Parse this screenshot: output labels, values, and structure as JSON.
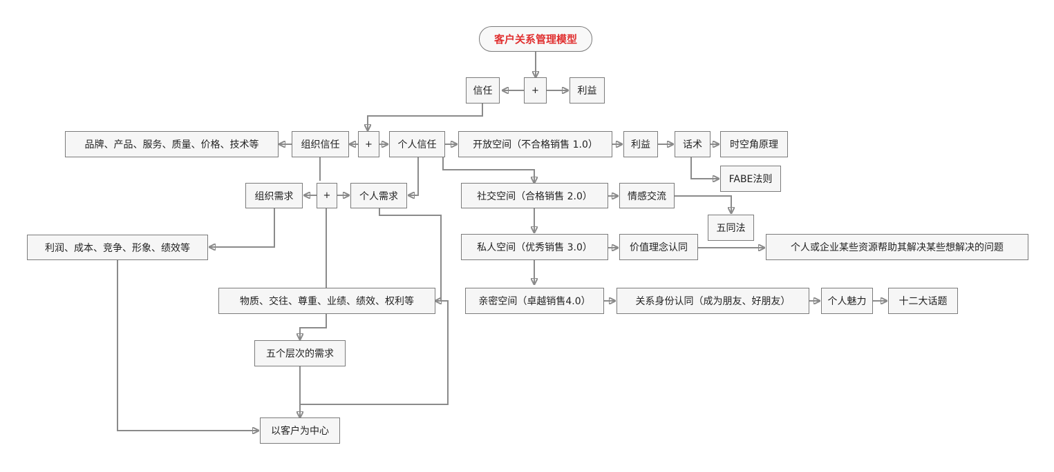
{
  "diagram": {
    "title": "客户关系管理模型",
    "plus": "+",
    "nodes": {
      "trust": "信任",
      "benefit_top": "利益",
      "brand_list": "品牌、产品、服务、质量、价格、技术等",
      "org_trust": "组织信任",
      "personal_trust": "个人信任",
      "open_space": "开放空间（不合格销售 1.0）",
      "benefit_mid": "利益",
      "speech": "话术",
      "spacetime": "时空角原理",
      "fabe": "FABE法则",
      "org_needs": "组织需求",
      "personal_needs": "个人需求",
      "social_space": "社交空间（合格销售 2.0）",
      "emotion": "情感交流",
      "five_same": "五同法",
      "profit_list": "利润、成本、竞争、形象、绩效等",
      "private_space": "私人空间（优秀销售 3.0）",
      "values": "价值理念认同",
      "resources": "个人或企业某些资源帮助其解决某些想解决的问题",
      "material_list": "物质、交往、尊重、业绩、绩效、权利等",
      "intimate_space": "亲密空间（卓越销售4.0）",
      "relation_id": "关系身份认同（成为朋友、好朋友）",
      "charm": "个人魅力",
      "twelve_topics": "十二大话题",
      "five_levels": "五个层次的需求",
      "customer_center": "以客户为中心"
    }
  },
  "colors": {
    "title_text": "#e03030",
    "line": "#8a8a8a",
    "box_fill": "#f6f6f6",
    "box_border": "#7a7a7a"
  }
}
